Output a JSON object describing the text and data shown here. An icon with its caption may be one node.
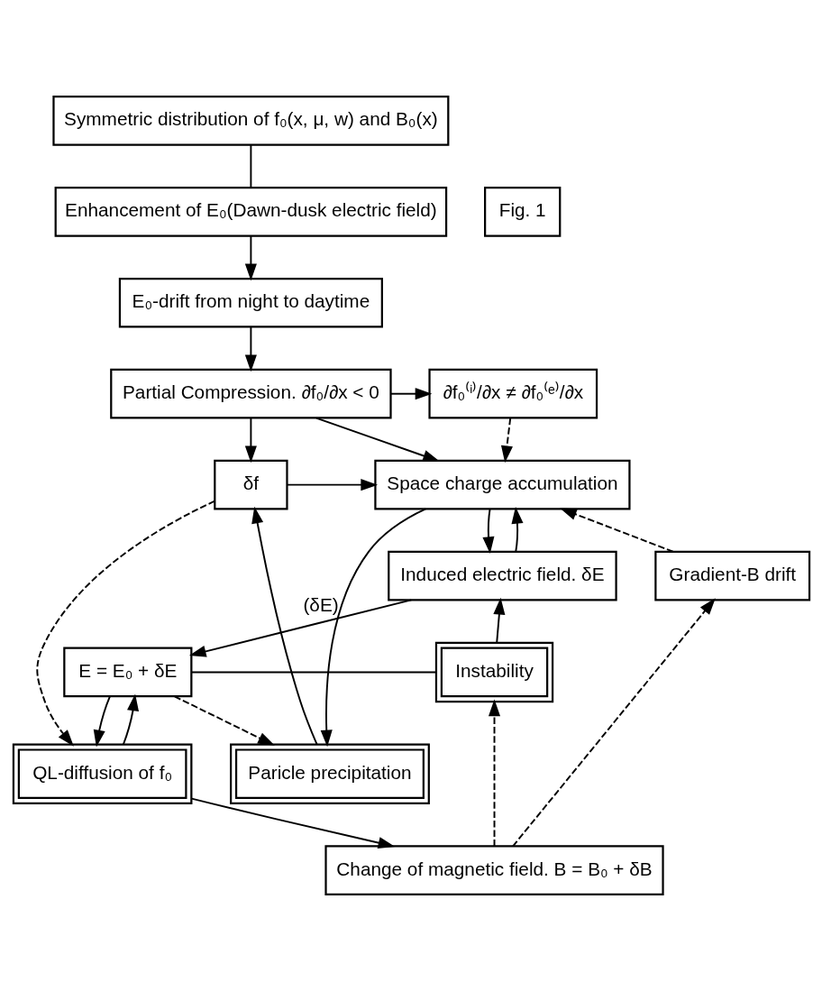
{
  "diagram": {
    "nodes": [
      {
        "text": [
          "Symmetric distribution of f₀(x, μ, w) and B₀(x)"
        ]
      },
      {
        "text": [
          "Enhancement of E₀(Dawn-dusk electric field)"
        ]
      },
      {
        "text": [
          "E₀-drift from night to daytime"
        ]
      },
      {
        "text": [
          "Partial Compression. ∂f₀/∂x < 0"
        ]
      },
      {
        "text": [
          "∂f₀⁽ⁱ⁾/∂x ≠ ∂f₀⁽ᵉ⁾/∂x"
        ]
      },
      {
        "text": [
          "Space charge accumulation"
        ]
      },
      {
        "text": [
          "δf"
        ]
      },
      {
        "text": [
          "Gradient-B drift"
        ]
      },
      {
        "text": [
          "Induced electric field. δE"
        ]
      },
      {
        "text": [
          "Paricle precipitation"
        ]
      },
      {
        "text": [
          "E = E₀ + δE"
        ]
      },
      {
        "text": [
          "Instability"
        ]
      },
      {
        "text": [
          "QL-diffusion of f₀"
        ]
      },
      {
        "text": [
          "Change of magnetic field. B = B₀ + δB"
        ]
      },
      {
        "text": [
          "Fig. 1"
        ]
      }
    ],
    "edges": [
      {
        "from": 0,
        "to": 1,
        "arrow": "none"
      },
      {
        "from": 1,
        "to": 2,
        "arrow": "to"
      },
      {
        "from": 2,
        "to": 3,
        "arrow": "to"
      },
      {
        "from": 3,
        "to": 4,
        "arrow": "to"
      },
      {
        "from": 3,
        "to": 6,
        "arrow": "to"
      },
      {
        "from": 3,
        "to": 5,
        "arrow": "to"
      },
      {
        "from": 4,
        "to": 5,
        "arrow": "to",
        "style": "dashed"
      },
      {
        "from": 6,
        "to": 5,
        "arrow": "to"
      },
      {
        "from": 7,
        "to": 5,
        "arrow": "to",
        "style": "dashed"
      },
      {
        "from": 5,
        "to": 9,
        "arrow": "to",
        "label": "(δE)"
      },
      {
        "from": 5,
        "to": 8,
        "arrow": "to"
      },
      {
        "from": 8,
        "to": 5,
        "arrow": "to"
      },
      {
        "from": 9,
        "to": 6,
        "arrow": "to"
      },
      {
        "from": 8,
        "to": 10,
        "arrow": "to"
      },
      {
        "from": 11,
        "to": 8,
        "arrow": "to"
      },
      {
        "from": 10,
        "to": 11,
        "arrow": "none"
      },
      {
        "from": 10,
        "to": 9,
        "arrow": "to",
        "style": "dashed"
      },
      {
        "from": 10,
        "to": 12,
        "arrow": "to"
      },
      {
        "from": 12,
        "to": 10,
        "arrow": "to"
      },
      {
        "from": 6,
        "to": 12,
        "arrow": "to",
        "style": "dashed"
      },
      {
        "from": 13,
        "to": 11,
        "arrow": "to",
        "style": "dashed"
      },
      {
        "from": 12,
        "to": 13,
        "arrow": "to"
      },
      {
        "from": 13,
        "to": 7,
        "arrow": "to",
        "style": "dashed"
      }
    ]
  }
}
